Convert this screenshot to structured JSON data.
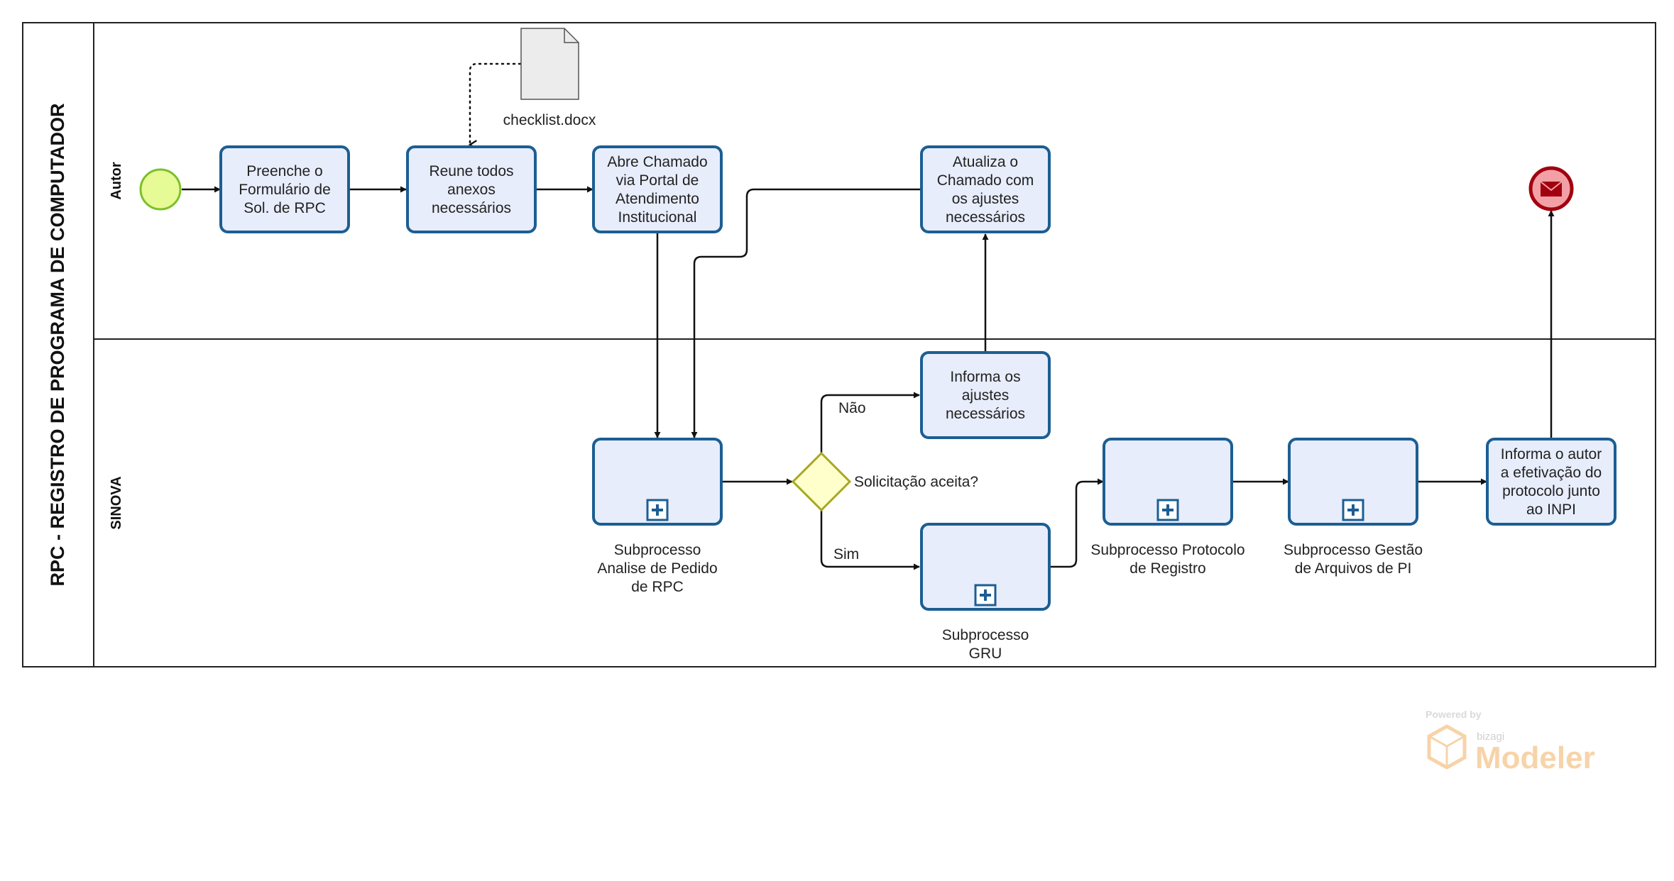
{
  "pool": {
    "title": "RPC - REGISTRO DE PROGRAMA DE COMPUTADOR"
  },
  "lanes": {
    "autor": "Autor",
    "sinova": "SINOVA"
  },
  "tasks": {
    "preenche": [
      "Preenche o",
      "Formulário de",
      "Sol. de RPC"
    ],
    "reune": [
      "Reune todos",
      "anexos",
      "necessários"
    ],
    "abre": [
      "Abre Chamado",
      "via Portal de",
      "Atendimento",
      "Institucional"
    ],
    "atualiza": [
      "Atualiza o",
      "Chamado com",
      "os ajustes",
      "necessários"
    ],
    "informa_ajustes": [
      "Informa os",
      "ajustes",
      "necessários"
    ],
    "informa_autor": [
      "Informa o autor",
      "a efetivação do",
      "protocolo junto",
      "ao INPI"
    ]
  },
  "subprocesses": {
    "analise": [
      "Subprocesso",
      "Analise de Pedido",
      "de RPC"
    ],
    "gru": [
      "Subprocesso",
      "GRU"
    ],
    "protocolo": [
      "Subprocesso Protocolo",
      "de Registro"
    ],
    "gestao": [
      "Subprocesso Gestão",
      "de Arquivos de PI"
    ]
  },
  "artifact": {
    "document": "checklist.docx"
  },
  "gateway": {
    "label": "Solicitação aceita?",
    "no": "Não",
    "yes": "Sim"
  },
  "watermark": {
    "powered": "Powered by",
    "brand": "bizagi",
    "product": "Modeler"
  },
  "colors": {
    "task_fill": "#e8edfc",
    "task_stroke": "#1c5e93",
    "start_fill": "#e6fa96",
    "start_stroke": "#7cc02a",
    "end_fill": "#f2a0a6",
    "end_stroke": "#a1000f",
    "gateway_fill": "#ffffcc",
    "gateway_stroke": "#a8a820"
  }
}
